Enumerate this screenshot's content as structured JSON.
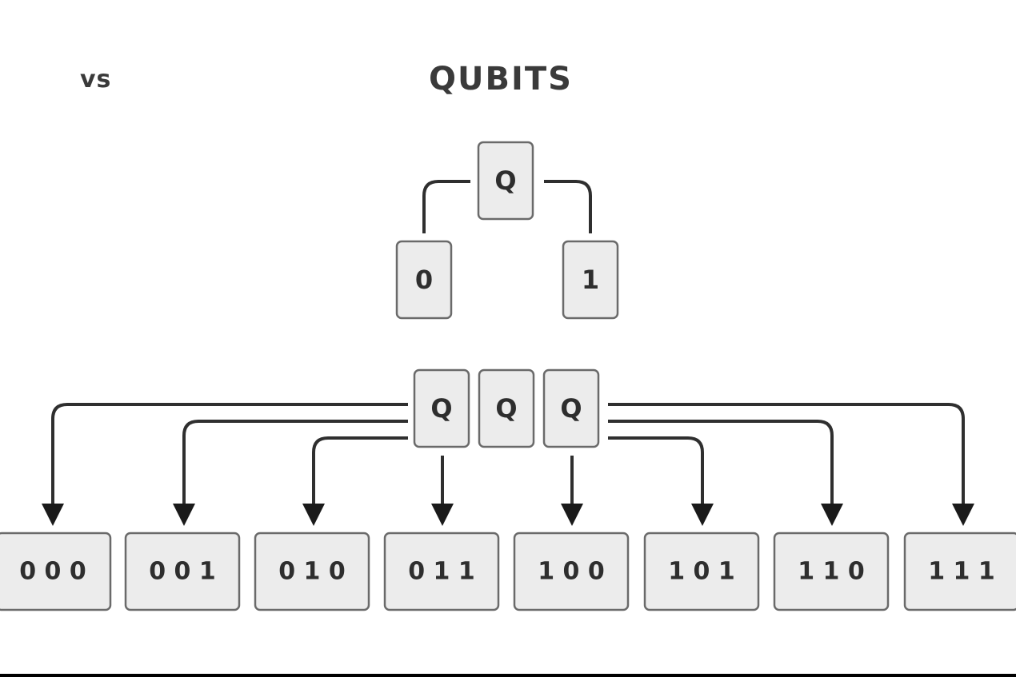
{
  "vs_label": "vs",
  "title": "QUBITS",
  "single_qubit": {
    "label": "Q",
    "outcomes": [
      "0",
      "1"
    ]
  },
  "register": {
    "qubits": [
      "Q",
      "Q",
      "Q"
    ]
  },
  "states": [
    "0 0 0",
    "0 0 1",
    "0 1 0",
    "0 1 1",
    "1 0 0",
    "1 0 1",
    "1 1 0",
    "1 1 1"
  ]
}
